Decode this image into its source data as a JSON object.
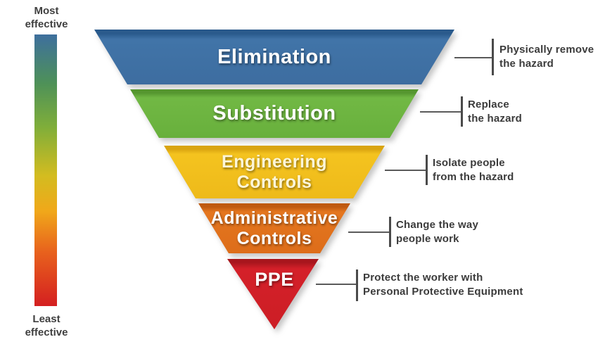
{
  "diagram": {
    "type": "inverted-pyramid",
    "scale": {
      "top_label": "Most\neffective",
      "bottom_label": "Least\neffective",
      "gradient_colors": [
        "#3e6f9e",
        "#4e9158",
        "#7fae3a",
        "#d3bc20",
        "#f0a81a",
        "#e8621d",
        "#d41f20"
      ]
    },
    "levels": [
      {
        "label": "Elimination",
        "color": "#3f72a6",
        "note": "Physically remove\nthe hazard"
      },
      {
        "label": "Substitution",
        "color": "#71b844",
        "note": "Replace\nthe hazard"
      },
      {
        "label": "Engineering\nControls",
        "color": "#f4c31f",
        "note": "Isolate people\nfrom the hazard"
      },
      {
        "label": "Administrative\nControls",
        "color": "#e4761f",
        "note": "Change the way\npeople work"
      },
      {
        "label": "PPE",
        "color": "#d42029",
        "note": "Protect the worker with\nPersonal Protective Equipment"
      }
    ]
  }
}
